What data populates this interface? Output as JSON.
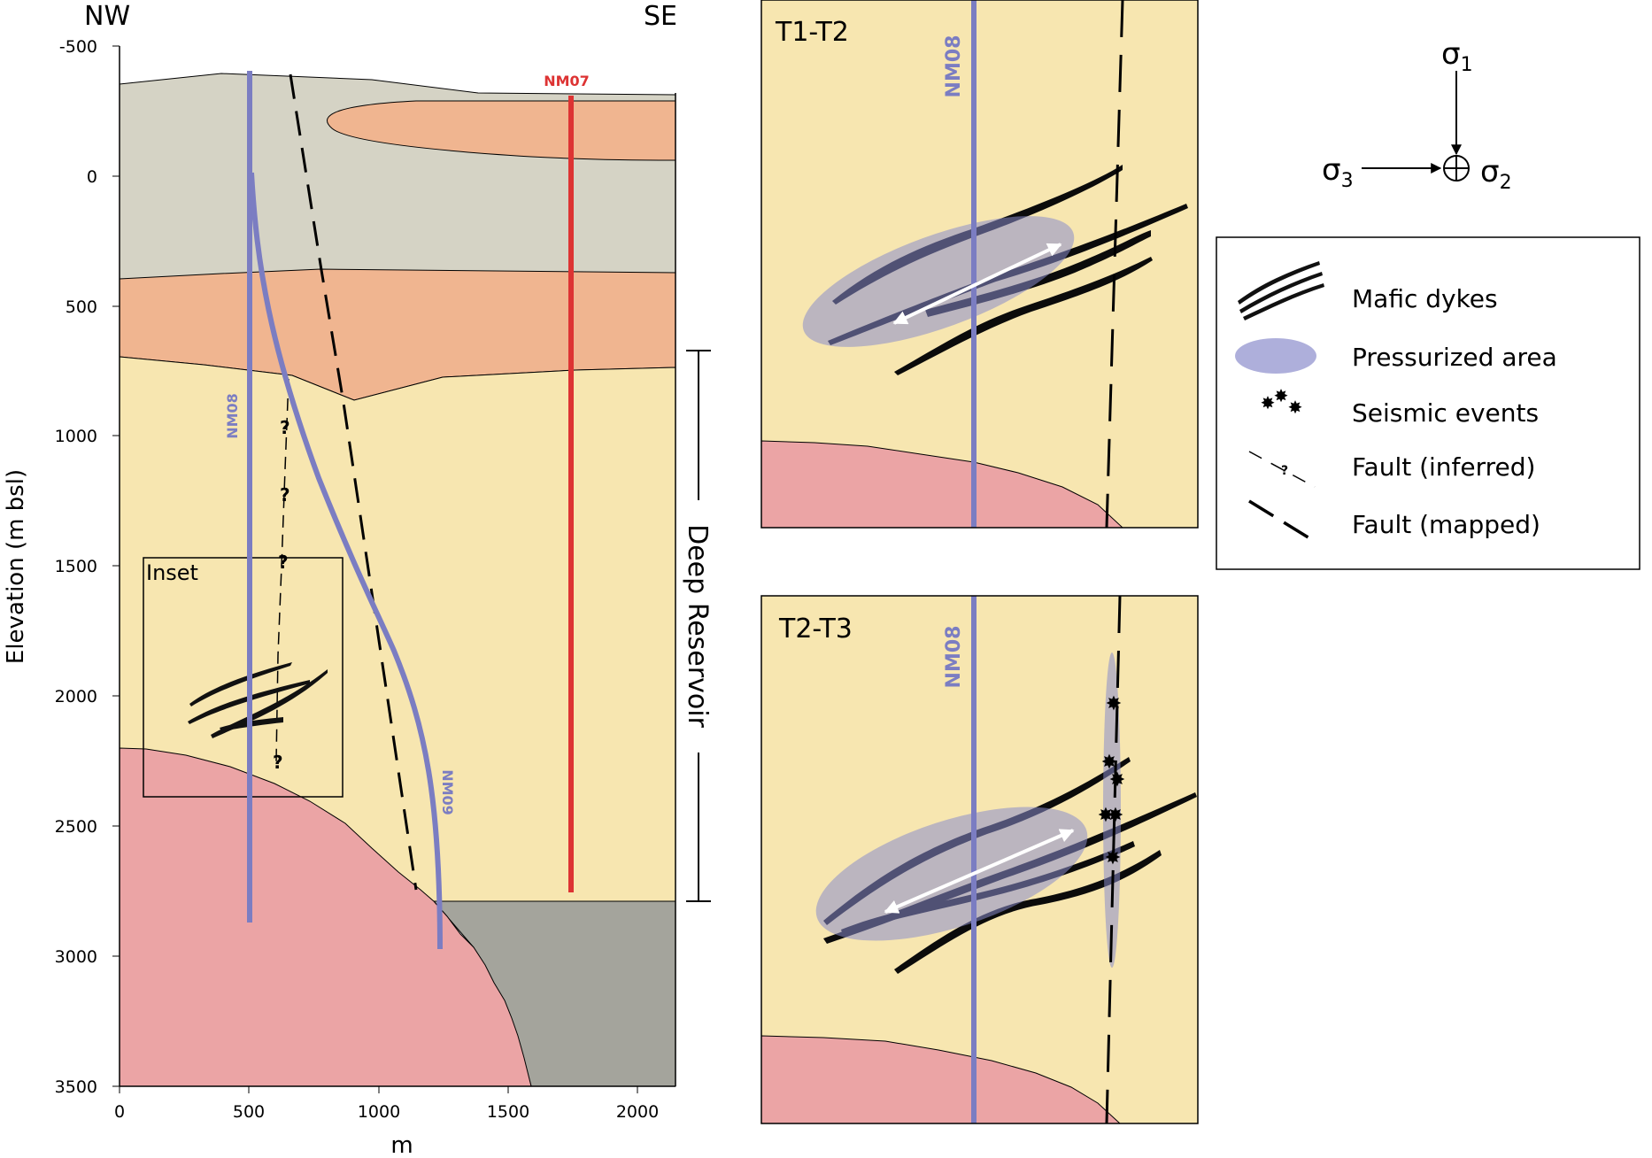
{
  "cross_section": {
    "dir_left": "NW",
    "dir_right": "SE",
    "y_axis_label": "Elevation (m bsl)",
    "x_axis_label": "m",
    "y_ticks": [
      "-500",
      "0",
      "500",
      "1000",
      "1500",
      "2000",
      "2500",
      "3000",
      "3500"
    ],
    "x_ticks": [
      "0",
      "500",
      "1000",
      "1500",
      "2000"
    ],
    "wells": {
      "nm07": "NM07",
      "nm08": "NM08",
      "nm09": "NM09"
    },
    "inset_label": "Inset",
    "question_mark": "?",
    "reservoir_label": "Deep Reservoir",
    "colors": {
      "grey_layer": "#d5d3c5",
      "orange_layer": "#f0b590",
      "yellow_layer": "#f7e6b0",
      "pink_basement": "#eba4a5",
      "dark_grey_layer": "#a4a49c",
      "well_blue": "#7b7dc2",
      "well_red": "#dd3333"
    }
  },
  "panel_t1t2": {
    "label": "T1-T2",
    "well_label": "NM08"
  },
  "panel_t2t3": {
    "label": "T2-T3",
    "well_label": "NM08"
  },
  "stress": {
    "sigma1": "σ",
    "sigma1_sub": "1",
    "sigma2": "σ",
    "sigma2_sub": "2",
    "sigma3": "σ",
    "sigma3_sub": "3"
  },
  "legend": {
    "mafic_dykes": "Mafic dykes",
    "pressurized_area": "Pressurized area",
    "seismic_events": "Seismic events",
    "fault_inferred": "Fault (inferred)",
    "fault_mapped": "Fault (mapped)",
    "fault_inferred_mark": "?"
  }
}
